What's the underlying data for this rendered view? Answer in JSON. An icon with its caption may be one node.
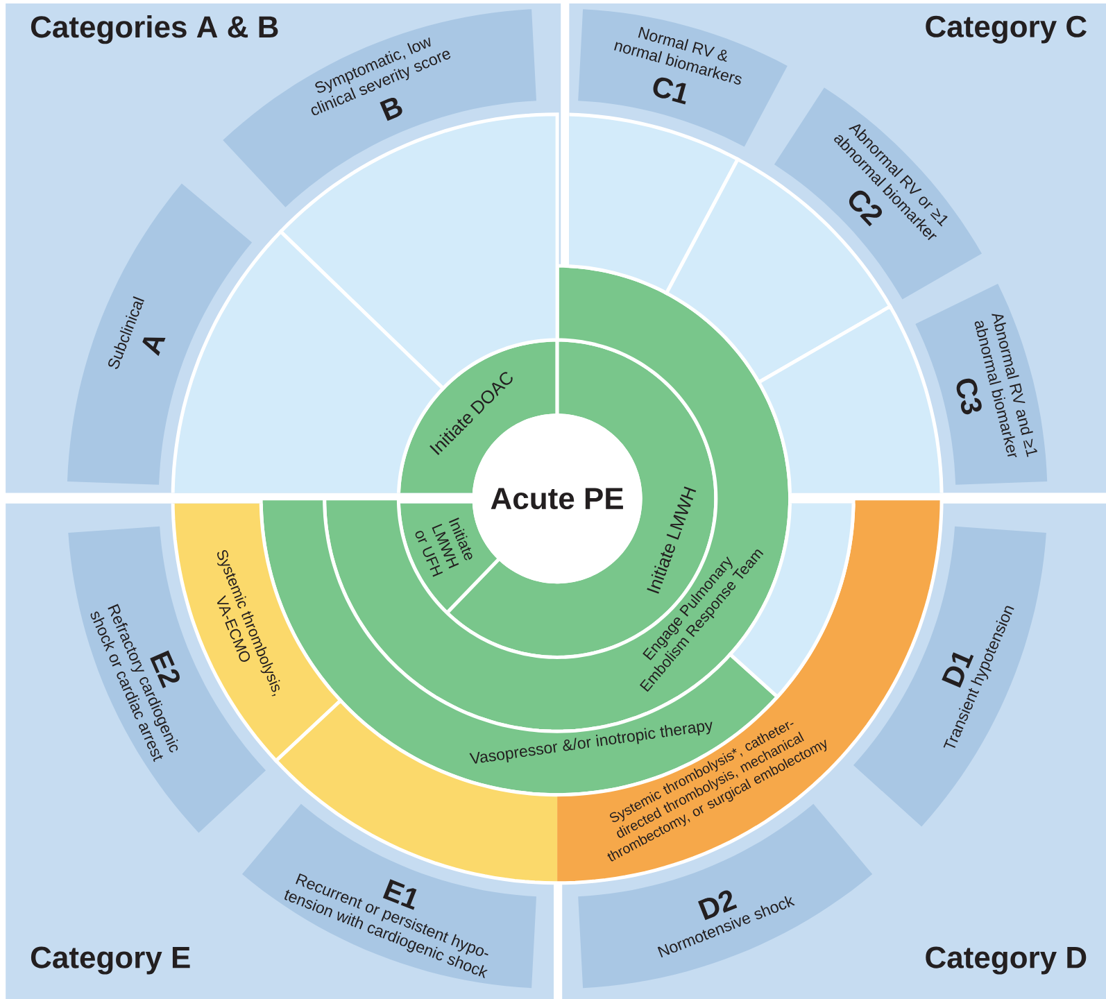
{
  "diagram": {
    "nodes": [
      {
        "text": [
          "Categories A & B"
        ]
      },
      {
        "text": [
          "Category C"
        ]
      },
      {
        "text": [
          "Symptomatic, low clinical severity score",
          "B"
        ],
        "in": 0
      },
      {
        "text": [
          "Normal RV & normal biomarkers",
          "C1"
        ],
        "in": 1
      },
      {
        "text": [
          "Subclinical",
          "A"
        ],
        "in": 0
      },
      {
        "text": [
          "Abnormal RV or ≥1 abnormal biomarker",
          "C2"
        ],
        "in": 1
      },
      {
        "text": [
          "Initiate DOAC"
        ],
        "in": 0
      },
      {
        "text": [
          "Abnormal RV and ≥1 abnormal biomarker",
          "C3"
        ],
        "in": 1
      },
      {
        "text": [
          "Acute PE"
        ]
      },
      {
        "text": [
          "Initiate LMWH"
        ]
      },
      {
        "text": [
          "Engage Pulmonary Embolism Response Team"
        ]
      },
      {
        "text": [
          "Initiate LMWH or UFH"
        ],
        "in": 15
      },
      {
        "text": [
          "Vasopressor &/or inotropic therapy"
        ]
      },
      {
        "text": [
          "Systemic thrombolysis, VA-ECMO"
        ],
        "in": 15
      },
      {
        "text": [
          "Systemic thrombolysis*, catheter-directed thrombolysis, mechanical thrombectomy, or surgical embolectomy"
        ]
      },
      {
        "text": [
          "Category E"
        ]
      },
      {
        "text": [
          "Category D"
        ]
      },
      {
        "text": [
          "E2",
          "Refractory cardiogenic shock or cardiac arrest"
        ],
        "in": 15
      },
      {
        "text": [
          "D1",
          "Transient hypotension"
        ],
        "in": 16
      },
      {
        "text": [
          "E1",
          "Recurrent or persistent hypo-tension with cardiogenic shock"
        ],
        "in": 15
      },
      {
        "text": [
          "D2",
          "Normotensive shock"
        ],
        "in": 16
      },
      {
        "text": [],
        "shape": "arc",
        "in": 0
      },
      {
        "text": [],
        "shape": "arc",
        "in": 0
      },
      {
        "text": [],
        "shape": "arc",
        "in": 1
      },
      {
        "text": [],
        "shape": "arc",
        "in": 1
      },
      {
        "text": [],
        "shape": "arc",
        "in": 1
      },
      {
        "text": [],
        "shape": "arc",
        "in": 16
      }
    ]
  }
}
